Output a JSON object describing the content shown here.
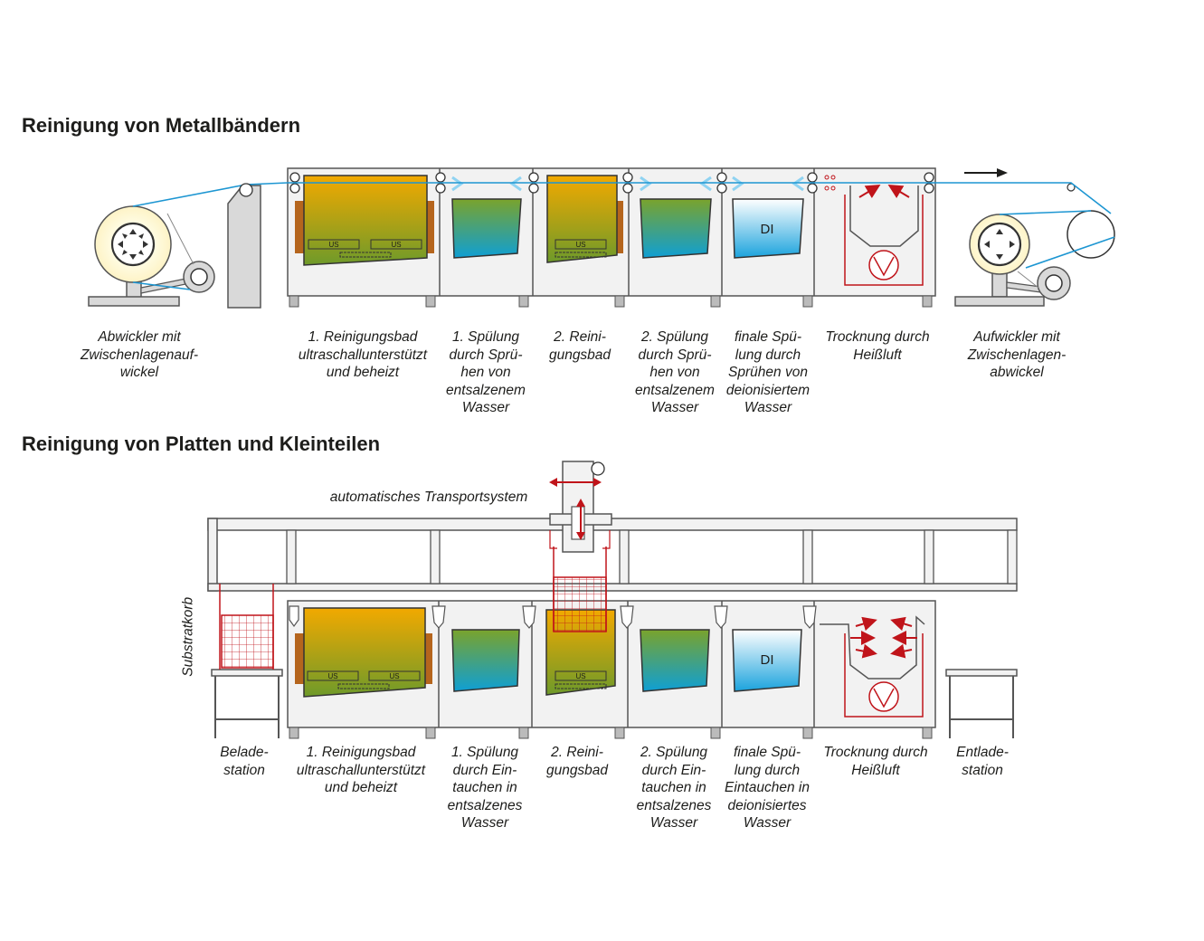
{
  "section1": {
    "title": "Reinigung von Metallbändern",
    "labels": [
      "Abwickler mit\nZwischenlagenauf-\nwickel",
      "1. Reinigungsbad\nultraschallunterstützt\nund beheizt",
      "1. Spülung\ndurch Sprü-\nhen von\nentsalzenem\nWasser",
      "2. Reini-\ngungsbad",
      "2. Spülung\ndurch Sprü-\nhen von\nentsalzenem\nWasser",
      "finale Spü-\nlung durch\nSprühen von\ndeionisiertem\nWasser",
      "Trocknung durch\nHeißluft",
      "Aufwickler mit\nZwischenlagen-\nabwickel"
    ]
  },
  "section2": {
    "title": "Reinigung von Platten und Kleinteilen",
    "transport_label": "automatisches Transportsystem",
    "basket_label": "Substratkorb",
    "labels": [
      "Belade-\nstation",
      "1. Reinigungsbad\nultraschallunterstützt\nund beheizt",
      "1. Spülung\ndurch Ein-\ntauchen in\nentsalzenes\nWasser",
      "2. Reini-\ngungsbad",
      "2. Spülung\ndurch Ein-\ntauchen in\nentsalzenes\nWasser",
      "finale Spü-\nlung durch\nEintauchen in\ndeionisiertes\nWasser",
      "Trocknung durch\nHeißluft",
      "Entlade-\nstation"
    ]
  },
  "tank_labels": {
    "ultrasonic": "US",
    "deionized": "DI"
  },
  "colors": {
    "cleaning_top": "#f2a900",
    "cleaning_bottom": "#6e9a2a",
    "rinse_top": "#7aa32c",
    "rinse_bottom": "#0f9fd4",
    "di_top": "#ffffff",
    "di_bottom": "#1ba3dd",
    "strip": "#1d96d2",
    "heat": "#c0141a",
    "frame": "#666666",
    "frame_fill": "#f2f2f2",
    "heater": "#b5651d"
  }
}
